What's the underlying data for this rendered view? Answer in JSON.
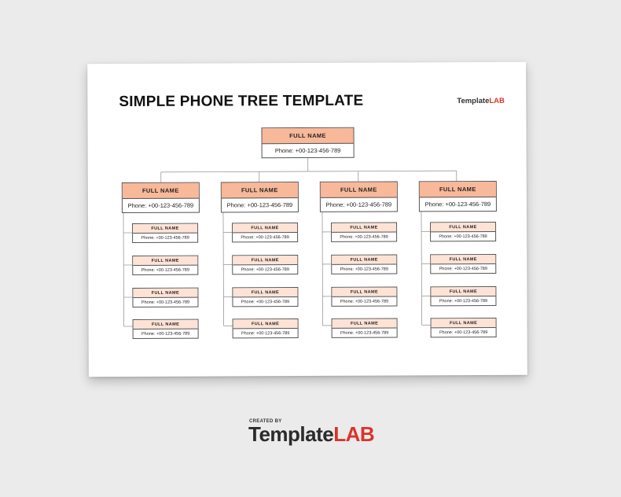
{
  "document": {
    "title": "SIMPLE PHONE TREE TEMPLATE",
    "logo_brand": "Template",
    "logo_lab": "LAB"
  },
  "tree": {
    "root": {
      "name": "FULL NAME",
      "phone": "Phone: +00-123-456-789"
    },
    "branches": [
      {
        "name": "FULL NAME",
        "phone": "Phone: +00-123-456-789",
        "children": [
          {
            "name": "FULL NAME",
            "phone": "Phone: +00-123-456-789"
          },
          {
            "name": "FULL NAME",
            "phone": "Phone: +00-123-456-789"
          },
          {
            "name": "FULL NAME",
            "phone": "Phone: +00-123-456-789"
          },
          {
            "name": "FULL NAME",
            "phone": "Phone: +00-123-456-789"
          }
        ]
      },
      {
        "name": "FULL NAME",
        "phone": "Phone: +00-123-456-789",
        "children": [
          {
            "name": "FULL NAME",
            "phone": "Phone: +00-123-456-789"
          },
          {
            "name": "FULL NAME",
            "phone": "Phone: +00-123-456-789"
          },
          {
            "name": "FULL NAME",
            "phone": "Phone: +00-123-456-789"
          },
          {
            "name": "FULL NAME",
            "phone": "Phone: +00-123-456-789"
          }
        ]
      },
      {
        "name": "FULL NAME",
        "phone": "Phone: +00-123-456-789",
        "children": [
          {
            "name": "FULL NAME",
            "phone": "Phone: +00-123-456-789"
          },
          {
            "name": "FULL NAME",
            "phone": "Phone: +00-123-456-789"
          },
          {
            "name": "FULL NAME",
            "phone": "Phone: +00-123-456-789"
          },
          {
            "name": "FULL NAME",
            "phone": "Phone: +00-123-456-789"
          }
        ]
      },
      {
        "name": "FULL NAME",
        "phone": "Phone: +00-123-456-789",
        "children": [
          {
            "name": "FULL NAME",
            "phone": "Phone: +00-123-456-789"
          },
          {
            "name": "FULL NAME",
            "phone": "Phone: +00-123-456-789"
          },
          {
            "name": "FULL NAME",
            "phone": "Phone: +00-123-456-789"
          },
          {
            "name": "FULL NAME",
            "phone": "Phone: +00-123-456-789"
          }
        ]
      }
    ]
  },
  "footer": {
    "created_by": "CREATED BY",
    "brand": "Template",
    "brand_lab": "LAB"
  },
  "colors": {
    "background": "#ebebeb",
    "header_fill": "#f8b89a",
    "child_fill": "#fde3d6",
    "lab_red": "#d9342b"
  }
}
